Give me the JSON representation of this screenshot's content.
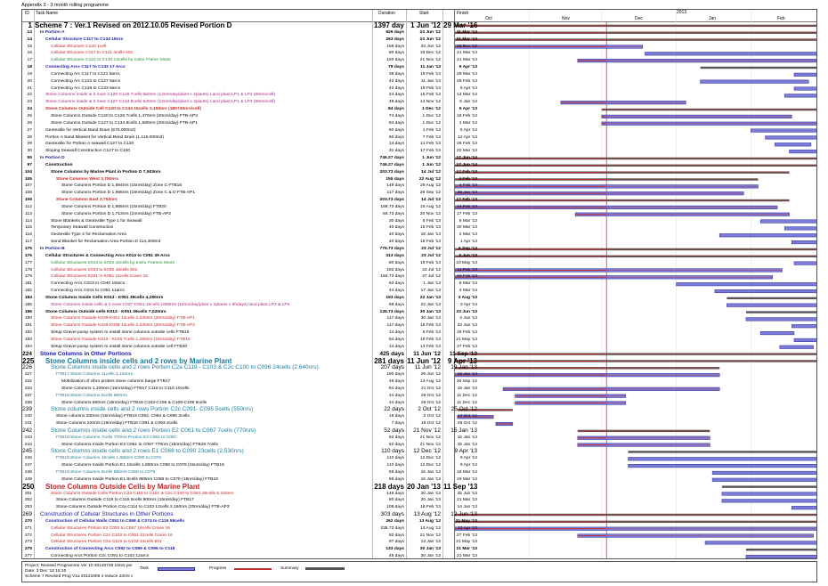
{
  "doc_title": "Appendix 3 - 3 month rolling programme",
  "headers": {
    "id": "ID",
    "name": "Task Name",
    "duration": "Duration",
    "start": "Start",
    "finish": "Finish"
  },
  "timescale": {
    "year_label": "2013",
    "months": [
      "Oct",
      "Nov",
      "Dec",
      "Jan",
      "Feb"
    ]
  },
  "rows": [
    {
      "id": "1",
      "name": "Scheme 7 : Ver.1 Revised on 2012.10.05 Revised Portion D",
      "dur": "1397 days",
      "start": "1 Jun '12",
      "fin": "29 Mar '16",
      "style": "big",
      "color": "#000000",
      "indent": 0
    },
    {
      "id": "13",
      "name": "In Portion A",
      "dur": "626 days",
      "start": "23 Jun '12",
      "fin": "11 Mar '14",
      "style": "bold",
      "color": "#1a1aaa",
      "indent": 1
    },
    {
      "id": "14",
      "name": "Cellular Structure C117 to C134 18nrs",
      "dur": "253 days",
      "start": "23 Jun '12",
      "fin": "21 Mar '13",
      "style": "bold",
      "color": "#1a1aaa",
      "indent": 2
    },
    {
      "id": "15",
      "name": "Cellular Structure C120 1cell",
      "dur": "166 days",
      "start": "23 Jun '12",
      "fin": "18 Dec '12",
      "style": "",
      "color": "#cc2222",
      "indent": 3
    },
    {
      "id": "16",
      "name": "Cellular Structure C117 to C121 4cells 601",
      "dur": "80 days",
      "start": "19 Dec '12",
      "fin": "21 Mar '13",
      "style": "",
      "color": "#cc2222",
      "indent": 3
    },
    {
      "id": "17",
      "name": "Cellular Structure C122 to C134 13cells by Insitu Frame Ssets",
      "dur": "120 days",
      "start": "21 Nov '12",
      "fin": "21 Mar '13",
      "style": "",
      "color": "#2a8a2a",
      "indent": 3
    },
    {
      "id": "18",
      "name": "Connecting Arcs C117 to C133 17 Arcs",
      "dur": "79 days",
      "start": "11 Jan '13",
      "fin": "5 Apr '13",
      "style": "bold",
      "color": "#1a1aaa",
      "indent": 2
    },
    {
      "id": "19",
      "name": "Connecting Arc C117 to C121 5arcs",
      "dur": "35 days",
      "start": "19 Feb '13",
      "fin": "29 Mar '13",
      "style": "",
      "color": "#000000",
      "indent": 3
    },
    {
      "id": "20",
      "name": "Connecting Arc C122 to C127 6arcs",
      "dur": "42 days",
      "start": "11 Jan '13",
      "fin": "25 Feb '13",
      "style": "",
      "color": "#000000",
      "indent": 3
    },
    {
      "id": "21",
      "name": "Connecting Arc C128 to C133 6arcs",
      "dur": "42 days",
      "start": "19 Feb '13",
      "fin": "5 Apr '13",
      "style": "",
      "color": "#000000",
      "indent": 3
    },
    {
      "id": "22",
      "name": "Stone Columns inside & 2 rows C120-C126 7cells 560nrs (12nrs/day/plant x 2plants) Land plant LP1 & LP2 (80nrs/cell)",
      "dur": "24 days",
      "start": "15 Feb '13",
      "fin": "13 Mar '13",
      "style": "",
      "color": "#aa2288",
      "indent": 2
    },
    {
      "id": "23",
      "name": "Stone Columns inside & 2 rows C127-C134 8cells 640nrs (12nrs/day/plant x 2plants) Land plant LP1 & LP2 (80nrs/cell)",
      "dur": "49 days",
      "start": "14 Nov '12",
      "fin": "5 Jan '13",
      "style": "",
      "color": "#aa2288",
      "indent": 2
    },
    {
      "id": "24",
      "name": "Stone Columns Outside Cell C120 to C134 15cells 3,150nrs (180+30nrs/cell)",
      "dur": "84 days",
      "start": "1 Dec '12",
      "fin": "5 Apr '13",
      "style": "bold",
      "color": "#cc2222",
      "indent": 2
    },
    {
      "id": "25",
      "name": "Stone Columns Outside C120 to C126 7cells 1,470nrs (20nrs/day) FTB-AP3",
      "dur": "74 days",
      "start": "1 Dec '12",
      "fin": "18 Feb '13",
      "style": "",
      "color": "#000000",
      "indent": 3
    },
    {
      "id": "26",
      "name": "Stone Columns Outside C127 to C134 8cells 1,680nrs (20nrs/day) FTB-AP1",
      "dur": "84 days",
      "start": "1 Dec '12",
      "fin": "1 Mar '13",
      "style": "",
      "color": "#000000",
      "indent": 3
    },
    {
      "id": "27",
      "name": "Geotextile for Vertical Band Drain (570,000m2)",
      "dur": "60 days",
      "start": "1 Feb '13",
      "fin": "5 Apr '13",
      "style": "",
      "color": "#000000",
      "indent": 2
    },
    {
      "id": "28",
      "name": "Portion A Sand Blanket for Vertical Band Drain (1,115,000m3)",
      "dur": "60 days",
      "start": "7 Feb '13",
      "fin": "12 Apr '13",
      "style": "",
      "color": "#000000",
      "indent": 2
    },
    {
      "id": "29",
      "name": "Geotextile for Portion A seawall C127 to C120",
      "dur": "14 days",
      "start": "11 Feb '13",
      "fin": "26 Feb '13",
      "style": "",
      "color": "#000000",
      "indent": 2
    },
    {
      "id": "30",
      "name": "Sloping Seawall Construction C127 to C120",
      "dur": "31 days",
      "start": "17 Feb '13",
      "fin": "22 Mar '13",
      "style": "",
      "color": "#000000",
      "indent": 2
    },
    {
      "id": "55",
      "name": "In Portion D",
      "dur": "746.27 days",
      "start": "1 Jun '12",
      "fin": "17 Jun '14",
      "style": "bold",
      "color": "#1a1aaa",
      "indent": 1
    },
    {
      "id": "97",
      "name": "Construction",
      "dur": "746.27 days",
      "start": "1 Jun '12",
      "fin": "17 Jun '14",
      "style": "bold",
      "color": "#000000",
      "indent": 2
    },
    {
      "id": "104",
      "name": "Stone Columns by Marine Plant in Portion D 7,503nrs",
      "dur": "203.73 days",
      "start": "14 Jul '12",
      "fin": "17 Feb '13",
      "style": "bold",
      "color": "#000000",
      "indent": 3
    },
    {
      "id": "105",
      "name": "Stone Columns West 3,750nrs",
      "dur": "155 days",
      "start": "22 Aug '12",
      "fin": "4 Feb '13",
      "style": "bold",
      "color": "#cc2222",
      "indent": 4
    },
    {
      "id": "107",
      "name": "Stone Columns Portion D 1,694nrs (15nrs/day) Zone C FTB16",
      "dur": "149 days",
      "start": "29 Aug '12",
      "fin": "4 Feb '13",
      "style": "",
      "color": "#000000",
      "indent": 5
    },
    {
      "id": "108",
      "name": "Stone Columns Portion D 1,966nrs (18nrs/day) Zone C & D FTB-AP1",
      "dur": "117 days",
      "start": "26 Sep '12",
      "fin": "29 Jan '13",
      "style": "",
      "color": "#000000",
      "indent": 5
    },
    {
      "id": "109",
      "name": "Stone Columns East 3,753nrs",
      "dur": "203.73 days",
      "start": "14 Jul '12",
      "fin": "17 Feb '13",
      "style": "bold",
      "color": "#cc2222",
      "indent": 4
    },
    {
      "id": "112",
      "name": "Stone Columns Portion D 1,865nrs (15nrs/day) FTB20",
      "dur": "168.73 days",
      "start": "16 Aug '12",
      "fin": "12 Feb '13",
      "style": "",
      "color": "#000000",
      "indent": 5
    },
    {
      "id": "113",
      "name": "Stone Columns Portion D 1,713nrs (24nrs/day) FTB-AP2",
      "dur": "84.73 days",
      "start": "20 Nov '12",
      "fin": "17 Feb '13",
      "style": "",
      "color": "#000000",
      "indent": 5
    },
    {
      "id": "114",
      "name": "Stone Blankets & Geotextile Type 1 for Seawall",
      "dur": "30 days",
      "start": "5 Feb '13",
      "fin": "8 Mar '13",
      "style": "",
      "color": "#000000",
      "indent": 3
    },
    {
      "id": "115",
      "name": "Temporary Seawall Construction",
      "dur": "40 days",
      "start": "15 Feb '13",
      "fin": "30 Mar '13",
      "style": "",
      "color": "#000000",
      "indent": 3
    },
    {
      "id": "116",
      "name": "Geotextile Type 2 for Reclamation Area",
      "dur": "40 days",
      "start": "19 Jan '13",
      "fin": "2 Mar '13",
      "style": "",
      "color": "#000000",
      "indent": 3
    },
    {
      "id": "117",
      "name": "Sand Blanket for Reclamation Area Portion D 114,400m3",
      "dur": "40 days",
      "start": "18 Feb '13",
      "fin": "1 Apr '13",
      "style": "",
      "color": "#000000",
      "indent": 3
    },
    {
      "id": "175",
      "name": "In Portion B",
      "dur": "775.73 days",
      "start": "23 Jul '12",
      "fin": "6 Sep '14",
      "style": "bold",
      "color": "#1a1aaa",
      "indent": 1
    },
    {
      "id": "176",
      "name": "Cellular Structures & Connecting Arcs K013 to C051 39 Arcs",
      "dur": "313 days",
      "start": "23 Jul '12",
      "fin": "3 Jun '13",
      "style": "bold",
      "color": "#000000",
      "indent": 2
    },
    {
      "id": "177",
      "name": "Cellular Structures K013 to K022 10cells by Insitu Frames Ssets",
      "dur": "80 days",
      "start": "19 Feb '13",
      "fin": "10 May '13",
      "style": "",
      "color": "#2a8a2a",
      "indent": 3
    },
    {
      "id": "178",
      "name": "Cellular Structures K023 to K040 18cells 601",
      "dur": "192 days",
      "start": "23 Jul '12",
      "fin": "14 Feb '13",
      "style": "",
      "color": "#cc2222",
      "indent": 3
    },
    {
      "id": "179",
      "name": "Cellular Structures K041 to K051 11cells Crane 16",
      "dur": "184.73 days",
      "start": "27 Jul '12",
      "fin": "10 Feb '13",
      "style": "",
      "color": "#cc2222",
      "indent": 3
    },
    {
      "id": "181",
      "name": "Connecting Arcs C023 to C040 18arcs",
      "dur": "63 days",
      "start": "1 Jan '13",
      "fin": "8 Mar '13",
      "style": "",
      "color": "#000000",
      "indent": 3
    },
    {
      "id": "182",
      "name": "Connecting Arcs C041 to C051 11arcs",
      "dur": "44 days",
      "start": "17 Jan '13",
      "fin": "4 Mar '13",
      "style": "",
      "color": "#000000",
      "indent": 3
    },
    {
      "id": "184",
      "name": "Stone Columns Inside Cells K013 - K051 39cells 4,290nrs",
      "dur": "193 days",
      "start": "22 Jan '13",
      "fin": "3 Aug '13",
      "style": "bold",
      "color": "#000000",
      "indent": 2
    },
    {
      "id": "185",
      "name": "Stone Columns inside cells & 2 rows C037-C051 15cells 1650nrs (12nrs/day/plant x 2plants x 6hdays) land plant LP3 & LP4",
      "dur": "69 days",
      "start": "22 Jan '13",
      "fin": "3 Apr '13",
      "style": "",
      "color": "#aa2288",
      "indent": 3
    },
    {
      "id": "186",
      "name": "Stone Columns Outside cells K013 - K051 39cells 7,020nrs",
      "dur": "135.73 days",
      "start": "30 Jan '13",
      "fin": "23 Jun '13",
      "style": "bold",
      "color": "#000000",
      "indent": 2
    },
    {
      "id": "190",
      "name": "Stone Columns Outside K039-K051 13cells 2,340nrs (20nrs/day) FTB-AP1",
      "dur": "117 days",
      "start": "30 Jan '13",
      "fin": "4 Jun '13",
      "style": "",
      "color": "#cc2222",
      "indent": 3
    },
    {
      "id": "191",
      "name": "Stone Columns Outside K026-K038 13cells 2,340nrs (20nrs/day) FTB-AP2",
      "dur": "117 days",
      "start": "18 Feb '13",
      "fin": "23 Jun '13",
      "style": "",
      "color": "#cc2222",
      "indent": 3
    },
    {
      "id": "192",
      "name": "Setup Gravel pump system to install stone columns outside cells FTB16",
      "dur": "14 days",
      "start": "5 Feb '13",
      "fin": "19 Feb '13",
      "style": "",
      "color": "#000000",
      "indent": 3
    },
    {
      "id": "193",
      "name": "Stone Columns Outside K019 - K025 7cells 1,260nrs (15nrs/day) FTB16",
      "dur": "84 days",
      "start": "19 Feb '13",
      "fin": "21 May '13",
      "style": "",
      "color": "#cc2222",
      "indent": 3
    },
    {
      "id": "194",
      "name": "Setup Gravel pump system to install stone columns outside cell FTB20",
      "dur": "14 days",
      "start": "13 Feb '13",
      "fin": "27 Feb '13",
      "style": "",
      "color": "#000000",
      "indent": 3
    },
    {
      "id": "224",
      "name": "Stone Columns in Other Portions",
      "dur": "425 days",
      "start": "11 Jun '12",
      "fin": "11 Sep '13",
      "style": "mid bold",
      "color": "#1a1aaa",
      "indent": 1
    },
    {
      "id": "225",
      "name": "Stone Columns inside cells and 2 rows by Marine Plant",
      "dur": "281 days",
      "start": "11 Jun '12",
      "fin": "9 Apr '13",
      "style": "big",
      "color": "#1a7a9a",
      "indent": 2
    },
    {
      "id": "226",
      "name": "Stone Columns inside cells and 2 rows  Portion C2a C119 - C103 & C2c C100 to C096 24cells (2,640nrs)",
      "dur": "207 days",
      "start": "11 Jun '12",
      "fin": "19 Jan '13",
      "style": "mid",
      "color": "#1a7a9a",
      "indent": 3
    },
    {
      "id": "227",
      "name": "FTB17 Stone Columns 11cells 1,184nrs",
      "dur": "190 days",
      "start": "29 Jun '12",
      "fin": "19 Jan '13",
      "style": "",
      "color": "#1a7a9a",
      "indent": 4
    },
    {
      "id": "232",
      "name": "Mobilization of vibro probes stone columns barge FTB17",
      "dur": "46 days",
      "start": "13 Aug '12",
      "fin": "30 Sep '12",
      "style": "",
      "color": "#000000",
      "indent": 5
    },
    {
      "id": "233",
      "name": "Stone Columns 1,100nrs (15nrs/day) FTB17 C119 to C110 10cells",
      "dur": "84 days",
      "start": "21 Oct '12",
      "fin": "19 Jan '13",
      "style": "",
      "color": "#000000",
      "indent": 5
    },
    {
      "id": "237",
      "name": "FTB18 Stone Columns 6cells 660nrs",
      "dur": "44 days",
      "start": "26 Oct '12",
      "fin": "11 Dec '12",
      "style": "",
      "color": "#1a7a9a",
      "indent": 4
    },
    {
      "id": "238",
      "name": "Stone Columns 660nrs (15nrs/day) FTB18 C103-C106 & C108-C109 6cells",
      "dur": "44 days",
      "start": "26 Oct '12",
      "fin": "11 Dec '12",
      "style": "",
      "color": "#000000",
      "indent": 5
    },
    {
      "id": "239",
      "name": "Stone columns inside cells and 2 rows Portion C2c C091- C095 5cells (550nrs)",
      "dur": "22 days",
      "start": "2 Oct '12",
      "fin": "25 Oct '12",
      "style": "mid",
      "color": "#1a7a9a",
      "indent": 3
    },
    {
      "id": "240",
      "name": "Stone columns 330nrs (15nrs/day) FTB19 C092, C094 & C095 3cells",
      "dur": "15 days",
      "start": "2 Oct '12",
      "fin": "17 Oct '12",
      "style": "",
      "color": "#000000",
      "indent": 4
    },
    {
      "id": "241",
      "name": "Stone Columns 220nrs (15nrs/day) FTB18 C091 & C093 2cells",
      "dur": "7 days",
      "start": "18 Oct '12",
      "fin": "25 Oct '12",
      "style": "",
      "color": "#000000",
      "indent": 4
    },
    {
      "id": "242",
      "name": "Stone Columns inside cells and 2 rows Portion E2 C061 to C067 7cells (770nrs)",
      "dur": "52 days",
      "start": "21 Nov '12",
      "fin": "15 Jan '13",
      "style": "mid",
      "color": "#1a7a9a",
      "indent": 3
    },
    {
      "id": "243",
      "name": "FTB19 Stone Columns 7cells 770nrs Portion E2 C061 to C067",
      "dur": "52 days",
      "start": "21 Nov '12",
      "fin": "15 Jan '13",
      "style": "",
      "color": "#1a7a9a",
      "indent": 4
    },
    {
      "id": "244",
      "name": "Stone Columns Inside Portion E2 C061 to C067 770nrs (15nrs/day) FTB19 7cells",
      "dur": "52 days",
      "start": "21 Nov '12",
      "fin": "15 Jan '13",
      "style": "",
      "color": "#000000",
      "indent": 5
    },
    {
      "id": "245",
      "name": "Stone Columns inside cells and 2 rows E1 C068 to C090 23cells (2,530nrs)",
      "dur": "110 days",
      "start": "12 Dec '12",
      "fin": "9 Apr '13",
      "style": "mid",
      "color": "#1a7a9a",
      "indent": 3
    },
    {
      "id": "246",
      "name": "FTB18 Stone Columns 15cells 1,650nrs C090 to C076",
      "dur": "110 days",
      "start": "12 Dec '12",
      "fin": "9 Apr '13",
      "style": "",
      "color": "#1a7a9a",
      "indent": 4
    },
    {
      "id": "247",
      "name": "Stone Columns Inside Portion E1 15cells 1,650nrs C090 to C076 (15nrs/day) FTB18",
      "dur": "110 days",
      "start": "12 Dec '12",
      "fin": "9 Apr '13",
      "style": "",
      "color": "#000000",
      "indent": 5
    },
    {
      "id": "248",
      "name": "FTB19 Stone Columns 8cells 880nrs C068 to C075",
      "dur": "59 days",
      "start": "16 Jan '13",
      "fin": "19 Mar '13",
      "style": "",
      "color": "#1a7a9a",
      "indent": 4
    },
    {
      "id": "249",
      "name": "Stone Columns Inside Portion E1 8cells 880nrs C068 to C075 (15nrs/day) FTB19",
      "dur": "59 days",
      "start": "16 Jan '13",
      "fin": "19 Mar '13",
      "style": "",
      "color": "#000000",
      "indent": 5
    },
    {
      "id": "250",
      "name": "Stone Columns Outside Cells by Marine Plant",
      "dur": "218 days",
      "start": "20 Jan '13",
      "fin": "11 Sep '13",
      "style": "big",
      "color": "#cc2222",
      "indent": 2
    },
    {
      "id": "251",
      "name": "Stone Columns Outside Cells Portion C2a C119 to C101 & C2c C100 to C091 29cells 5,220nrs",
      "dur": "146 days",
      "start": "20 Jan '13",
      "fin": "25 Jun '13",
      "style": "",
      "color": "#cc2222",
      "indent": 3
    },
    {
      "id": "252",
      "name": "Stone Columns Outside C119 to C115 5cells 900nrs (15nrs/day) FTB17",
      "dur": "60 days",
      "start": "20 Jan '13",
      "fin": "21 Mar '13",
      "style": "",
      "color": "#000000",
      "indent": 4
    },
    {
      "id": "253",
      "name": "Stone Columns Outside Portion C2a C114 to C103 12cells 2,160nrs (20nrs/day) FTB-AP3",
      "dur": "108 days",
      "start": "18 Feb '13",
      "fin": "14 Jun '13",
      "style": "",
      "color": "#000000",
      "indent": 4
    },
    {
      "id": "269",
      "name": "Construction of Cellular Structures in Other Portions",
      "dur": "303 days",
      "start": "13 Aug '12",
      "fin": "12 Jun '13",
      "style": "mid",
      "color": "#1a1aaa",
      "indent": 1
    },
    {
      "id": "270",
      "name": "Construction of Cellular Walls C052 to C068 & C074 to C116 59cells",
      "dur": "262 days",
      "start": "13 Aug '12",
      "fin": "21 May '13",
      "style": "bold",
      "color": "#1a1aaa",
      "indent": 2
    },
    {
      "id": "271",
      "name": "Cellular Structures Portion E2 C052 to C067 16cells Crane 16",
      "dur": "235.73 days",
      "start": "13 Aug '12",
      "fin": "22 Apr '13",
      "style": "",
      "color": "#cc2222",
      "indent": 3
    },
    {
      "id": "272",
      "name": "Cellular Structures Portion C2c C102 to C091 12cells Crane 16",
      "dur": "92 days",
      "start": "21 Nov '12",
      "fin": "27 Feb '13",
      "style": "",
      "color": "#cc2222",
      "indent": 3
    },
    {
      "id": "273",
      "name": "Cellular Structures Portion C2a C116 to C103 14cells 601",
      "dur": "97 days",
      "start": "13 Jan '13",
      "fin": "21 May '13",
      "style": "",
      "color": "#cc2222",
      "indent": 3
    },
    {
      "id": "275",
      "name": "Construction of Connecting Arcs C052 to C089 & C096 to C118",
      "dur": "133 days",
      "start": "30 Jan '13",
      "fin": "21 Mar '13",
      "style": "bold",
      "color": "#1a1aaa",
      "indent": 2
    },
    {
      "id": "277",
      "name": "Connecting Arcs Portion C2c C091 to C102 12arcs",
      "dur": "48 days",
      "start": "30 Jan '13",
      "fin": "21 Mar '13",
      "style": "",
      "color": "#000000",
      "indent": 3
    }
  ],
  "footer": {
    "project_line": "Project: Revised Programme Ver 10 20120728 15nrs per",
    "date_line": "Date: 3 Dec '12 15:10",
    "file_line": "Scheme 7 Revised Prog V1a 20121006  4 reduce 23nrs  c",
    "legend_task": "Task",
    "legend_progress": "Progress",
    "legend_summary": "Summary"
  },
  "colors": {
    "task_fill": "#7b7bd8",
    "task_border": "#2b2b99",
    "progress": "#c03030",
    "summary": "#555555",
    "link": "#e03030"
  }
}
